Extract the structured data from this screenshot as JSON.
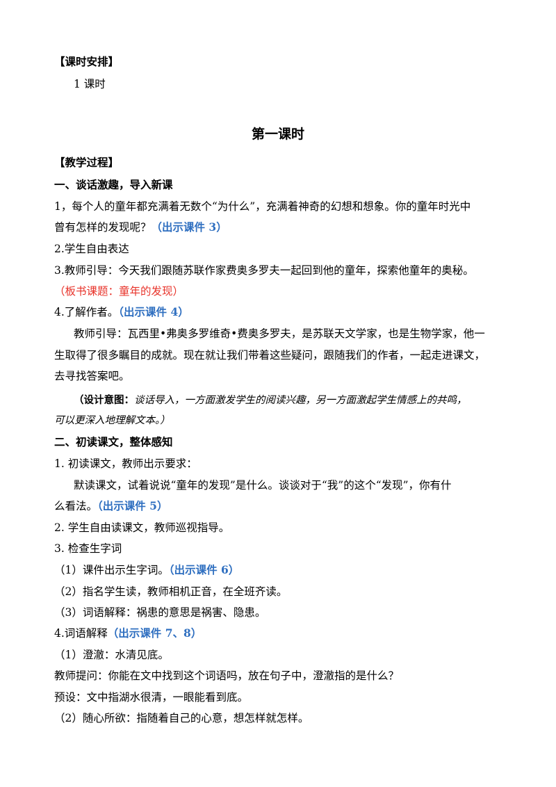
{
  "section_schedule": {
    "heading": "【课时安排】",
    "value": "1 课时"
  },
  "lesson_title": "第一课时",
  "process_heading": "【教学过程】",
  "part1": {
    "heading": "一、谈话激趣，导入新课",
    "p1_a": "1，每个人的童年都充满着无数个“为什么”，充满着神奇的幻想和想象。你的童年时光中",
    "p1_b": "曾有怎样的发现呢？",
    "p1_tag": "（出示课件 3）",
    "p2": "2.学生自由表达",
    "p3": "3.教师引导：今天我们跟随苏联作家费奥多罗夫一起回到他的童年，探索他童年的奥秘。",
    "p3_board": "（板书课题：童年的发现）",
    "p4": "4.了解作者。",
    "p4_tag": "（出示课件 4）",
    "p5_a": "教师引导：瓦西里•弗奥多罗维奇•费奥多罗夫，是苏联天文学家，也是生物学家，他一",
    "p5_b": "生取得了很多瞩目的成就。现在就让我们带着这些疑问，跟随我们的作者，一起走进课文，",
    "p5_c": "去寻找答案吧。",
    "design_label": "（设计意图：",
    "design_a": "谈话导入，一方面激发学生的阅读兴趣，另一方面激起学生情感上的共鸣，",
    "design_b": "可以更深入地理解文本。）"
  },
  "part2": {
    "heading": "二、初读课文，整体感知",
    "p1": "1. 初读课文，教师出示要求：",
    "p2_a": "默读课文，试着说说“童年的发现”是什么。谈谈对于“我”的这个“发现”，你有什",
    "p2_b": "么看法。",
    "p2_tag": "（出示课件 5）",
    "p3": "2. 学生自由读课文，教师巡视指导。",
    "p4": "3. 检查生字词",
    "p5": "（1）课件出示生字词。",
    "p5_tag": "（出示课件 6）",
    "p6": "（2）指名学生读，教师相机正音，在全班齐读。",
    "p7": "（3）词语解释：祸患的意思是祸害、隐患。",
    "p8": "4.词语解释",
    "p8_tag": "（出示课件 7、8）",
    "p9": "（1）澄澈：水清见底。",
    "p10": "教师提问：你能在文中找到这个词语吗，放在句子中，澄澈指的是什么？",
    "p11": "预设：文中指湖水很清，一眼能看到底。",
    "p12": "（2）随心所欲：指随着自己的心意，想怎样就怎样。"
  },
  "colors": {
    "tag_blue": "#2f6fc0",
    "board_red": "#e8332a",
    "text": "#000000"
  }
}
